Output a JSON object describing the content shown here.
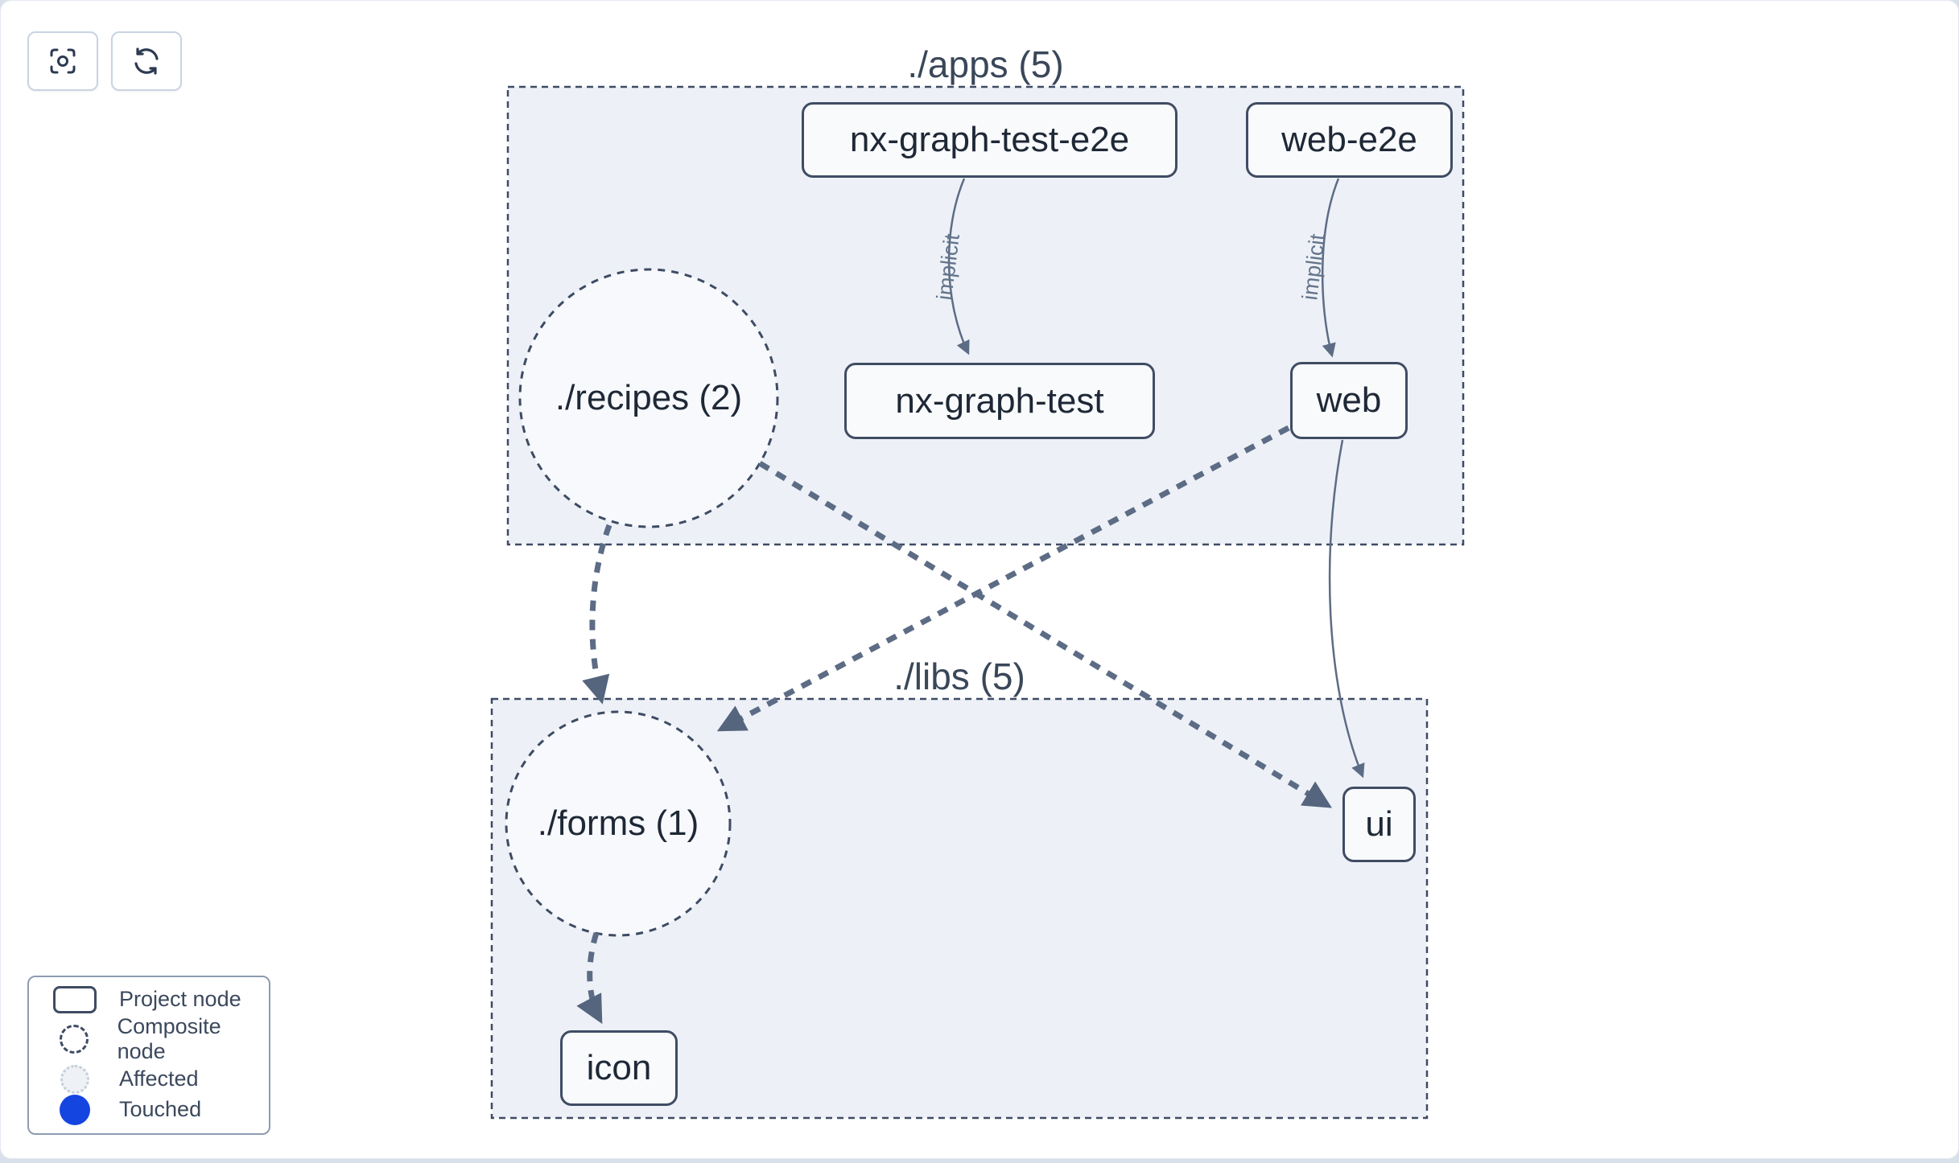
{
  "toolbar": {
    "focus_button": {
      "icon": "focus-icon"
    },
    "refresh_button": {
      "icon": "refresh-icon"
    }
  },
  "groups": [
    {
      "label": "./apps (5)"
    },
    {
      "label": "./libs (5)"
    }
  ],
  "nodes": {
    "nx_graph_test_e2e": {
      "label": "nx-graph-test-e2e"
    },
    "web_e2e": {
      "label": "web-e2e"
    },
    "nx_graph_test": {
      "label": "nx-graph-test"
    },
    "web": {
      "label": "web"
    },
    "recipes": {
      "label": "./recipes (2)"
    },
    "forms": {
      "label": "./forms (1)"
    },
    "ui": {
      "label": "ui"
    },
    "icon": {
      "label": "icon"
    }
  },
  "edge_labels": {
    "e2e_implicit": "implicit",
    "web_e2e_implicit": "implicit"
  },
  "legend": {
    "items": [
      {
        "label": "Project node"
      },
      {
        "label": "Composite node"
      },
      {
        "label": "Affected"
      },
      {
        "label": "Touched"
      }
    ],
    "touched_color": "#1445e0"
  },
  "colors": {
    "group_fill": "#edf1f7",
    "node_fill": "#f9fafc",
    "dashed_border": "#3e4b63",
    "edge": "#5d6c85",
    "edge_label": "#64748b",
    "node_text": "#1e2836"
  }
}
